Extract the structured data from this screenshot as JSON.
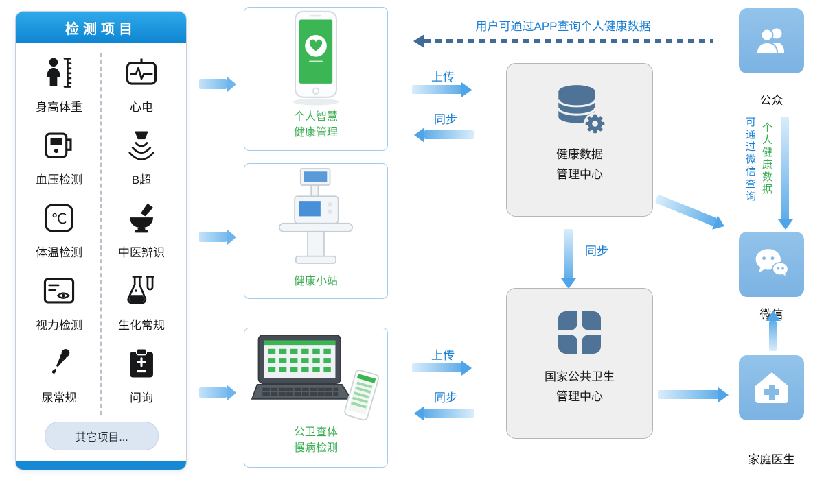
{
  "panel": {
    "title": "检测项目",
    "items": [
      {
        "label": "身高体重"
      },
      {
        "label": "心电"
      },
      {
        "label": "血压检测"
      },
      {
        "label": "B超"
      },
      {
        "label": "体温检测",
        "glyph": "℃"
      },
      {
        "label": "中医辨识"
      },
      {
        "label": "视力检测"
      },
      {
        "label": "生化常规"
      },
      {
        "label": "尿常规"
      },
      {
        "label": "问询"
      }
    ],
    "more_button_label": "其它项目..."
  },
  "devices": {
    "smart_app": {
      "line1": "个人智慧",
      "line2": "健康管理"
    },
    "kiosk": {
      "line1": "健康小站"
    },
    "portable": {
      "line1": "公卫查体",
      "line2": "慢病检测"
    }
  },
  "centers": {
    "health_data": {
      "line1": "健康数据",
      "line2": "管理中心"
    },
    "national": {
      "line1": "国家公共卫生",
      "line2": "管理中心"
    }
  },
  "actors": {
    "public": {
      "label": "公众"
    },
    "wechat": {
      "label": "微信"
    },
    "family_doctor": {
      "label": "家庭医生"
    }
  },
  "flows": {
    "app_query_note": "用户可通过APP查询个人健康数据",
    "upload_app": "上传",
    "sync_app": "同步",
    "sync_centers": "同步",
    "upload_portable": "上传",
    "sync_portable": "同步",
    "wechat_query_line1": "可通过微信查询",
    "wechat_query_line2": "个人健康数据"
  },
  "colors": {
    "accent_blue": "#1a7fd4",
    "green": "#3aad53",
    "card_blue": "#87bce7",
    "slate_icon": "#4e7396"
  }
}
